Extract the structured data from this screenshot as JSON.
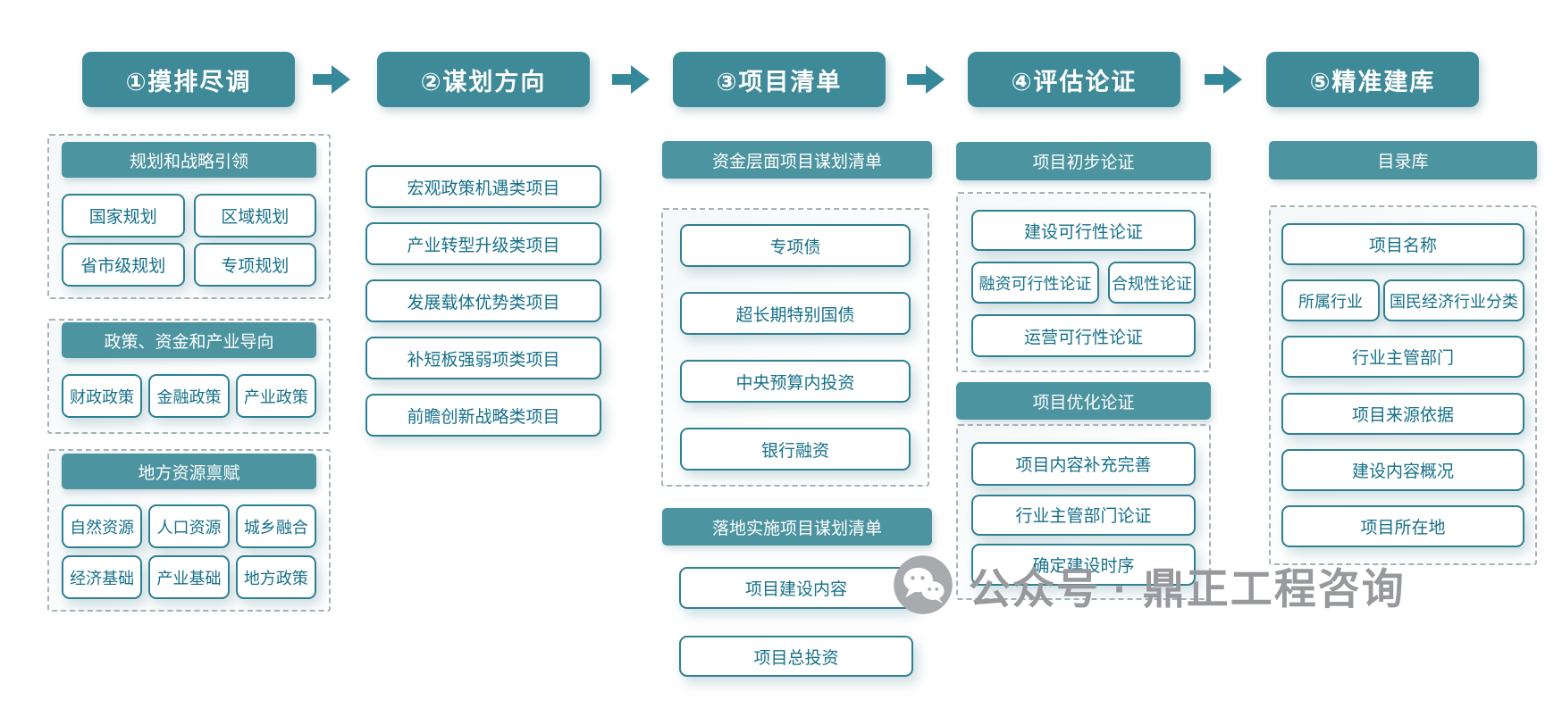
{
  "steps": [
    "①摸排尽调",
    "②谋划方向",
    "③项目清单",
    "④评估论证",
    "⑤精准建库"
  ],
  "col1": {
    "group1": {
      "header": "规划和战略引领",
      "items": [
        "国家规划",
        "区域规划",
        "省市级规划",
        "专项规划"
      ]
    },
    "group2": {
      "header": "政策、资金和产业导向",
      "items": [
        "财政政策",
        "金融政策",
        "产业政策"
      ]
    },
    "group3": {
      "header": "地方资源禀赋",
      "items": [
        "自然资源",
        "人口资源",
        "城乡融合",
        "经济基础",
        "产业基础",
        "地方政策"
      ]
    }
  },
  "col2": {
    "items": [
      "宏观政策机遇类项目",
      "产业转型升级类项目",
      "发展载体优势类项目",
      "补短板强弱项类项目",
      "前瞻创新战略类项目"
    ]
  },
  "col3": {
    "section1": {
      "header": "资金层面项目谋划清单",
      "items": [
        "专项债",
        "超长期特别国债",
        "中央预算内投资",
        "银行融资"
      ]
    },
    "section2": {
      "header": "落地实施项目谋划清单",
      "items": [
        "项目建设内容",
        "项目总投资"
      ]
    }
  },
  "col4": {
    "section1": {
      "header": "项目初步论证",
      "items": [
        "建设可行性论证",
        "融资可行性论证",
        "合规性论证",
        "运营可行性论证"
      ]
    },
    "section2": {
      "header": "项目优化论证",
      "items": [
        "项目内容补充完善",
        "行业主管部门论证",
        "确定建设时序"
      ]
    }
  },
  "col5": {
    "header": "目录库",
    "items": [
      "项目名称",
      "所属行业",
      "国民经济行业分类",
      "行业主管部门",
      "项目来源依据",
      "建设内容概况",
      "项目所在地"
    ]
  },
  "watermark": {
    "icon": "wechat-icon",
    "text": "公众号 · 鼎正工程咨询"
  },
  "colors": {
    "step_pill": "#3F8A98",
    "sub_header": "#4D94A1",
    "box_border": "#2E8093",
    "box_text": "#16708A",
    "dashed_border": "#A7B3B8",
    "arrow": "#35899B",
    "watermark_gray": "#97999D"
  }
}
